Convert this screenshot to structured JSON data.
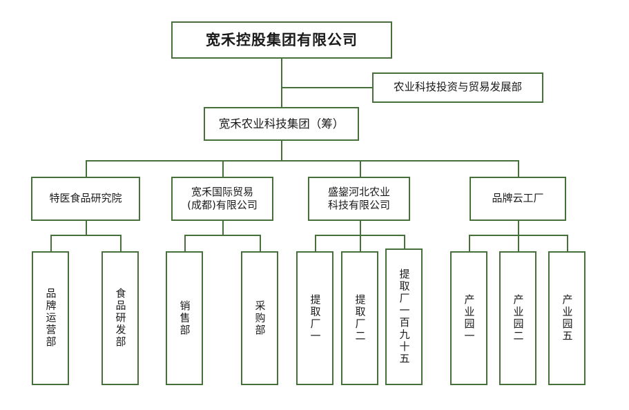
{
  "chart": {
    "type": "org-chart",
    "title": "宽禾控股集团有限公司 组织架构图",
    "accent_color": "#46703a",
    "background_color": "#ffffff",
    "text_color": "#1a1a1a"
  },
  "root": {
    "label": "宽禾控股集团有限公司"
  },
  "side_department": {
    "label": "农业科技投资与贸易发展部"
  },
  "level2": {
    "label": "宽禾农业科技集团（筹）"
  },
  "divisions": [
    {
      "label": "特医食品研究院",
      "children": [
        {
          "label": "品牌运营部"
        },
        {
          "label": "食品研发部"
        }
      ]
    },
    {
      "label": "宽禾国际贸易\n(成都)有限公司",
      "children": [
        {
          "label": "销售部"
        },
        {
          "label": "采购部"
        }
      ]
    },
    {
      "label": "盛鋆河北农业\n科技有限公司",
      "children": [
        {
          "label": "提取厂一"
        },
        {
          "label": "提取厂二"
        },
        {
          "label": "提取厂一百九十五"
        }
      ]
    },
    {
      "label": "品牌云工厂",
      "children": [
        {
          "label": "产业园一"
        },
        {
          "label": "产业园二"
        },
        {
          "label": "产业园五"
        }
      ]
    }
  ]
}
